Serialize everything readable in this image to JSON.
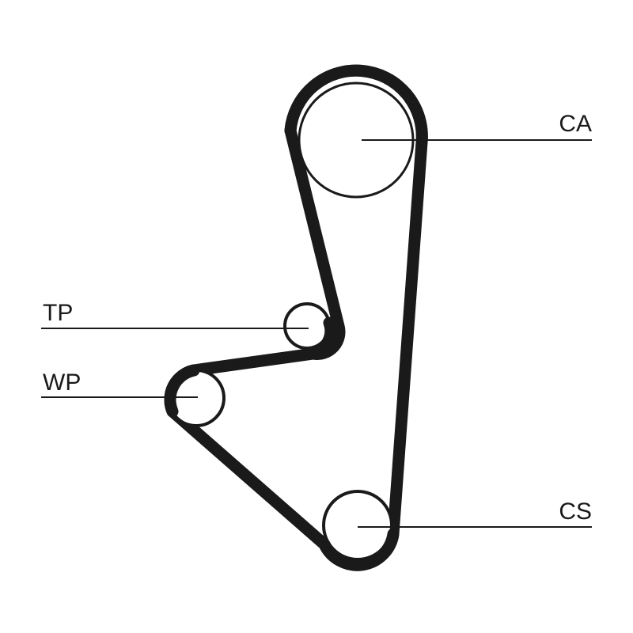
{
  "diagram": {
    "title": "",
    "line_color": "#1a1a1a",
    "background": "#ffffff",
    "labels": {
      "ca": "CA",
      "tp": "TP",
      "wp": "WP",
      "cs": "CS"
    },
    "components": [
      "CA",
      "TP",
      "WP",
      "CS"
    ]
  }
}
